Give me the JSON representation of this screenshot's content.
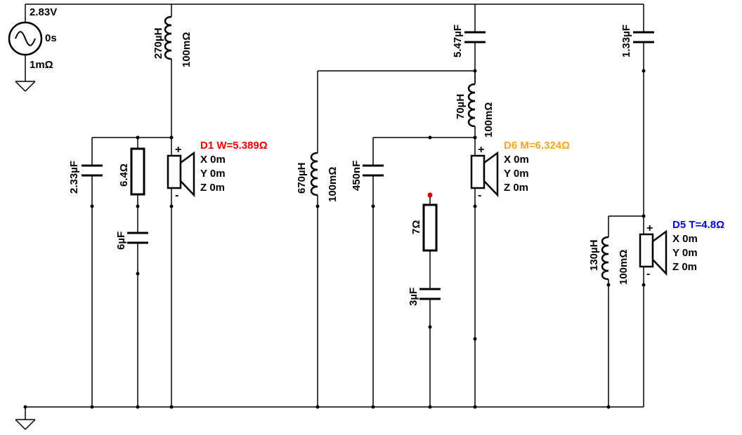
{
  "source": {
    "voltage": "2.83V",
    "phase": "0s",
    "resistance": "1mΩ"
  },
  "components": {
    "L_woofer_series": {
      "value": "270µH",
      "resistance": "100mΩ"
    },
    "C_woofer_shunt": {
      "value": "2.33µF"
    },
    "R_woofer_zobel": {
      "value": "6.4Ω"
    },
    "C_woofer_zobel": {
      "value": "6µF"
    },
    "L_mid_shunt": {
      "value": "670µH",
      "resistance": "100mΩ"
    },
    "C_mid_series": {
      "value": "5.47µF"
    },
    "L_mid_series": {
      "value": "70µH",
      "resistance": "100mΩ"
    },
    "C_mid_shunt": {
      "value": "450nF"
    },
    "R_mid_notch": {
      "value": "7Ω"
    },
    "C_mid_notch": {
      "value": "3µF"
    },
    "C_tweeter_series": {
      "value": "1.33µF"
    },
    "L_tweeter_shunt": {
      "value": "130µH",
      "resistance": "100mΩ"
    }
  },
  "drivers": {
    "d1": {
      "name": "D1 W=5.389Ω",
      "color": "#ee0000",
      "x": "X 0m",
      "y": "Y 0m",
      "z": "Z 0m"
    },
    "d6": {
      "name": "D6 M=6.324Ω",
      "color": "#f5a623",
      "x": "X 0m",
      "y": "Y 0m",
      "z": "Z 0m"
    },
    "d5": {
      "name": "D5 T=4.8Ω",
      "color": "#0000dd",
      "x": "X 0m",
      "y": "Y 0m",
      "z": "Z 0m"
    }
  },
  "polarity": {
    "plus": "+",
    "minus": "-"
  }
}
